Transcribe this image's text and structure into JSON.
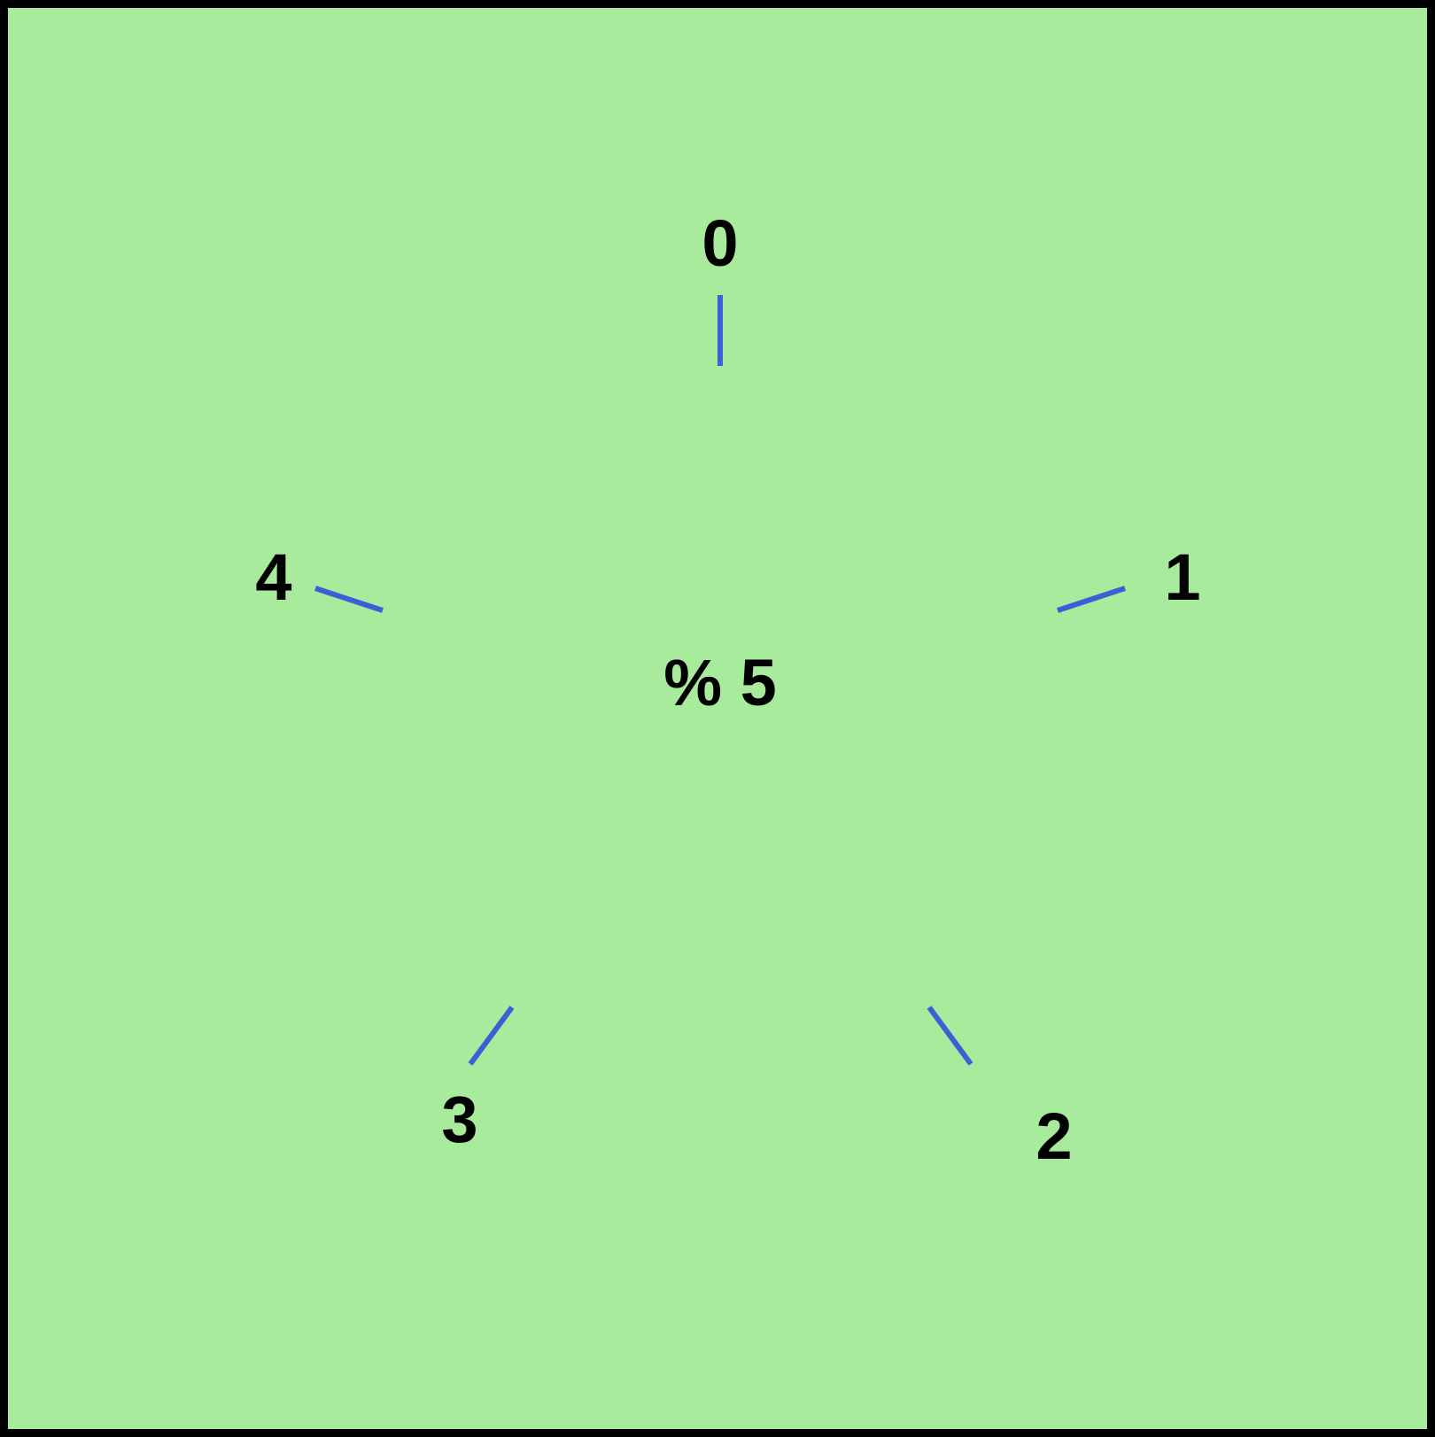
{
  "diagram": {
    "center_label": "% 5",
    "nodes": [
      {
        "label": "0"
      },
      {
        "label": "1"
      },
      {
        "label": "2"
      },
      {
        "label": "3"
      },
      {
        "label": "4"
      }
    ]
  },
  "colors": {
    "background": "#a8eb9c",
    "border": "#000000",
    "spoke": "#3a5fd6",
    "text": "#000000"
  }
}
